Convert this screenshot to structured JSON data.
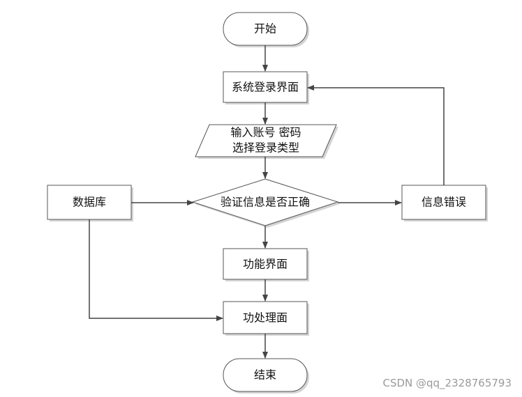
{
  "flowchart": {
    "start": "开始",
    "login_screen": "系统登录界面",
    "input_line1": "输入账号 密码",
    "input_line2": "选择登录类型",
    "verify": "验证信息是否正确",
    "database": "数据库",
    "error": "信息错误",
    "function_screen": "功能界面",
    "processing": "功处理面",
    "end": "结束"
  },
  "watermark": "CSDN @qq_2328765793",
  "colors": {
    "stroke": "#555555",
    "shadow": "#cfcfcf",
    "fill": "#ffffff",
    "text": "#111111"
  }
}
